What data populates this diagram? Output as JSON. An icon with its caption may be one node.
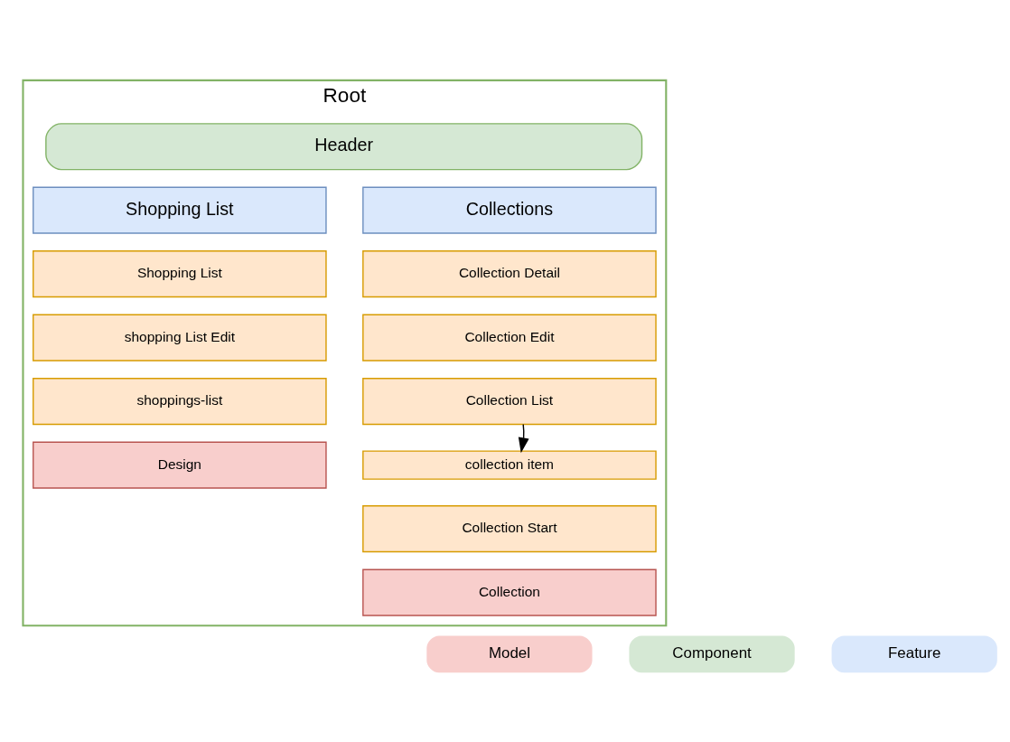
{
  "diagram": {
    "nodes": [
      {
        "text": [
          "Root"
        ]
      },
      {
        "text": [
          "Header"
        ],
        "in": 0
      },
      {
        "text": [
          "Shopping List"
        ],
        "in": 0
      },
      {
        "text": [
          "Shopping List"
        ],
        "in": 0
      },
      {
        "text": [
          "shopping List Edit"
        ],
        "in": 0
      },
      {
        "text": [
          "shoppings-list"
        ],
        "in": 0
      },
      {
        "text": [
          "Design"
        ],
        "in": 0
      },
      {
        "text": [
          "Collections"
        ],
        "in": 0
      },
      {
        "text": [
          "Collection Detail"
        ],
        "in": 0
      },
      {
        "text": [
          "Collection Edit"
        ],
        "in": 0
      },
      {
        "text": [
          "Collection List"
        ],
        "in": 0
      },
      {
        "text": [
          "collection item"
        ],
        "in": 0
      },
      {
        "text": [
          "Collection Start"
        ],
        "in": 0
      },
      {
        "text": [
          "Collection"
        ],
        "in": 0
      }
    ],
    "edges": [
      {
        "from": 10,
        "to": 11,
        "arrow": "to"
      }
    ],
    "legend": [
      {
        "text": "Model",
        "color": "#f8cecc"
      },
      {
        "text": "Component",
        "color": "#d5e8d4"
      },
      {
        "text": "Feature",
        "color": "#dae8fc"
      }
    ]
  }
}
